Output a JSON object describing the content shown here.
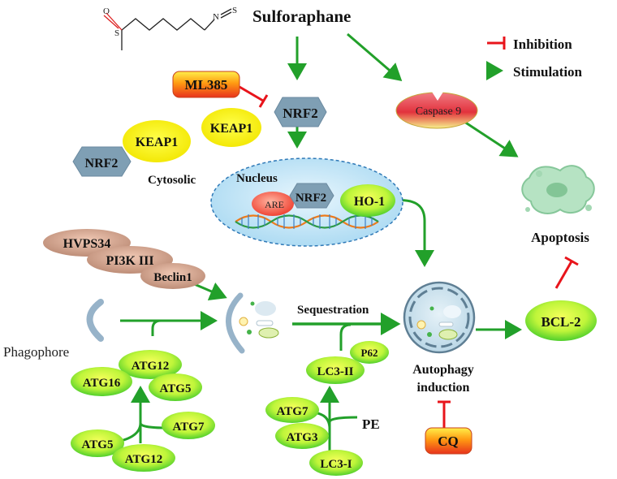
{
  "title": "Sulforaphane",
  "legend": {
    "inhibition": "Inhibition",
    "stimulation": "Stimulation",
    "inhibition_color": "#e8141b",
    "stimulation_color": "#22a02a"
  },
  "molecule": {
    "atom_o": "O",
    "atom_s": "S",
    "atom_n": "N",
    "atom_s2": "S"
  },
  "nodes": {
    "ml385": "ML385",
    "nrf2_top": "NRF2",
    "keap1_right": "KEAP1",
    "keap1_left": "KEAP1",
    "nrf2_left": "NRF2",
    "cytosolic": "Cytosolic",
    "nucleus": "Nucleus",
    "are": "ARE",
    "nrf2_nucleus": "NRF2",
    "ho1": "HO-1",
    "caspase9": "Caspase 9",
    "apoptosis": "Apoptosis",
    "hvps34": "HVPS34",
    "pi3k": "PI3K III",
    "beclin1": "Beclin1",
    "phagophore": "Phagophore",
    "sequestration": "Sequestration",
    "p62": "P62",
    "lc3ii": "LC3-II",
    "atg7_mid": "ATG7",
    "atg3": "ATG3",
    "pe": "PE",
    "lc3i": "LC3-I",
    "autophagy": "Autophagy",
    "induction": "induction",
    "cq": "CQ",
    "bcl2": "BCL-2",
    "atg12_top": "ATG12",
    "atg16": "ATG16",
    "atg5_right": "ATG5",
    "atg5_left": "ATG5",
    "atg7_left": "ATG7",
    "atg12_bottom": "ATG12"
  }
}
